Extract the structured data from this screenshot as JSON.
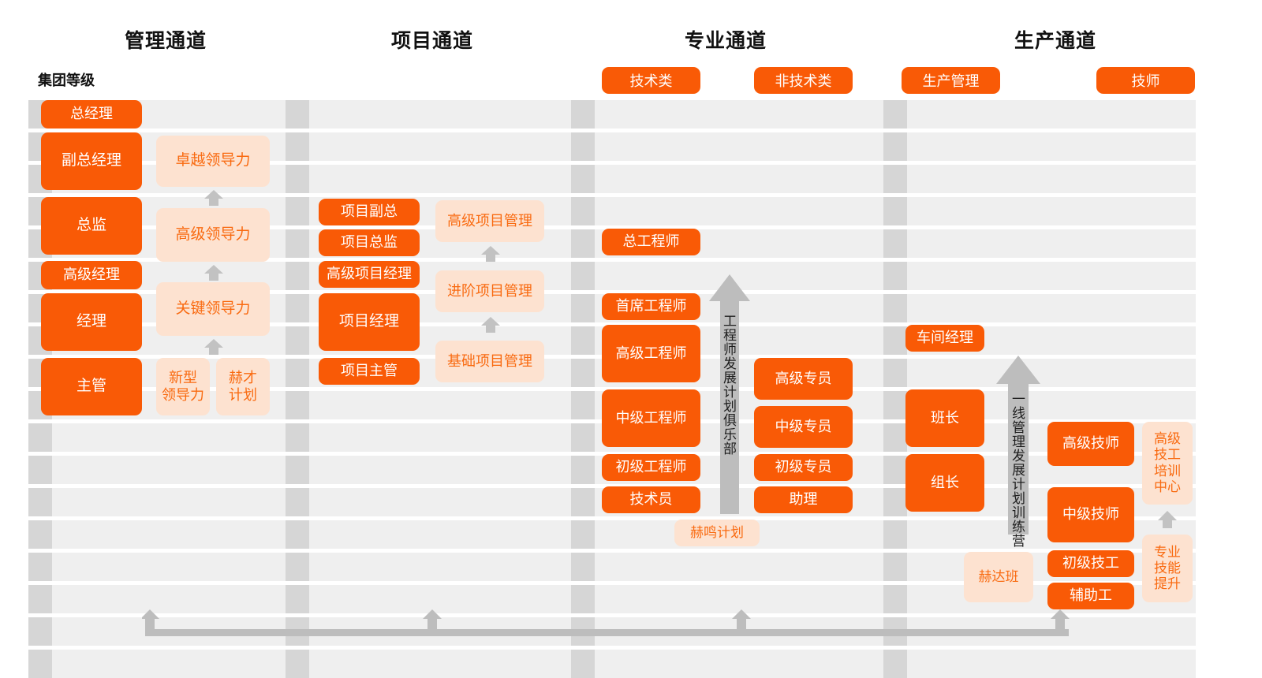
{
  "meta": {
    "group_level_label": "集团等级",
    "accent_solid": "#f95a06",
    "accent_soft_bg": "#fde2d0",
    "accent_soft_text": "#f96a10",
    "band_color": "#efefef",
    "column_mark_color": "#d6d6d6",
    "arrow_color": "#bfbfbf"
  },
  "channels": [
    {
      "id": "management",
      "title": "管理通道"
    },
    {
      "id": "project",
      "title": "项目通道"
    },
    {
      "id": "professional",
      "title": "专业通道"
    },
    {
      "id": "production",
      "title": "生产通道"
    }
  ],
  "category_pills": [
    {
      "id": "tech",
      "label": "技术类"
    },
    {
      "id": "nontech",
      "label": "非技术类"
    },
    {
      "id": "prodmgmt",
      "label": "生产管理"
    },
    {
      "id": "technician",
      "label": "技师"
    }
  ],
  "management": {
    "roles": [
      {
        "label": "总经理"
      },
      {
        "label": "副总经理"
      },
      {
        "label": "总监"
      },
      {
        "label": "高级经理"
      },
      {
        "label": "经理"
      },
      {
        "label": "主管"
      }
    ],
    "programs": [
      {
        "label": "卓越领导力"
      },
      {
        "label": "高级领导力"
      },
      {
        "label": "关键领导力"
      },
      {
        "label": "新型\n领导力"
      },
      {
        "label": "赫才\n计划"
      }
    ]
  },
  "project": {
    "roles": [
      {
        "label": "项目副总"
      },
      {
        "label": "项目总监"
      },
      {
        "label": "高级项目经理"
      },
      {
        "label": "项目经理"
      },
      {
        "label": "项目主管"
      }
    ],
    "programs": [
      {
        "label": "高级项目管理"
      },
      {
        "label": "进阶项目管理"
      },
      {
        "label": "基础项目管理"
      }
    ]
  },
  "professional": {
    "tech_roles": [
      {
        "label": "总工程师"
      },
      {
        "label": "首席工程师"
      },
      {
        "label": "高级工程师"
      },
      {
        "label": "中级工程师"
      },
      {
        "label": "初级工程师"
      },
      {
        "label": "技术员"
      }
    ],
    "nontech_roles": [
      {
        "label": "高级专员"
      },
      {
        "label": "中级专员"
      },
      {
        "label": "初级专员"
      },
      {
        "label": "助理"
      }
    ],
    "big_arrow_label": "工程师发展计划俱乐部",
    "programs": [
      {
        "label": "赫鸣计划"
      }
    ]
  },
  "production": {
    "mgmt_roles": [
      {
        "label": "车间经理"
      },
      {
        "label": "班长"
      },
      {
        "label": "组长"
      }
    ],
    "technician_roles": [
      {
        "label": "高级技师"
      },
      {
        "label": "中级技师"
      },
      {
        "label": "初级技工"
      },
      {
        "label": "辅助工"
      }
    ],
    "big_arrow_label": "一线管理发展计划训练营",
    "programs": [
      {
        "label": "赫达班"
      },
      {
        "label": "高级\n技工\n培训\n中心"
      },
      {
        "label": "专业\n技能\n提升"
      }
    ]
  }
}
